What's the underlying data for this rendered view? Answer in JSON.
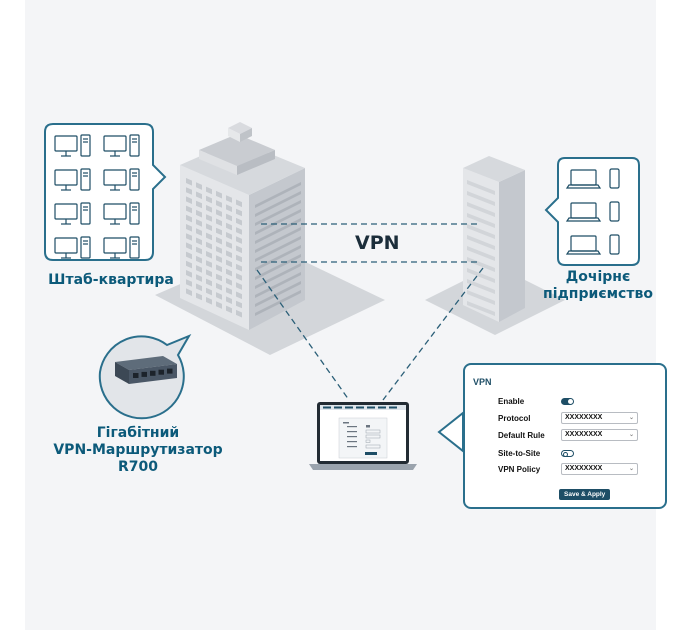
{
  "labels": {
    "headquarters": "Штаб-квартира",
    "branch_line1": "Дочірнє",
    "branch_line2": "підприємство",
    "router_line1": "Гігабітний",
    "router_line2": "VPN-Маршрутизатор",
    "router_line3": "R700",
    "vpn": "VPN"
  },
  "vpn_panel": {
    "title": "VPN",
    "rows": [
      {
        "label": "Enable",
        "control": "toggle",
        "state": "on"
      },
      {
        "label": "Protocol",
        "control": "select",
        "value": "XXXXXXXX"
      },
      {
        "label": "Default Rule",
        "control": "select",
        "value": "XXXXXXXX"
      },
      {
        "label": "Site-to-Site",
        "control": "toggle",
        "state": "off"
      },
      {
        "label": "VPN Policy",
        "control": "select",
        "value": "XXXXXXXX"
      }
    ],
    "save_label": "Save & Apply"
  },
  "colors": {
    "accent": "#0c5a7a",
    "callout_border": "#2a6f8c",
    "button": "#1e4e66",
    "building_light": "#e3e5e8",
    "building_dark": "#c2c6cc",
    "shadow": "#d5d8dc",
    "dashed_line": "#2b5f78"
  }
}
